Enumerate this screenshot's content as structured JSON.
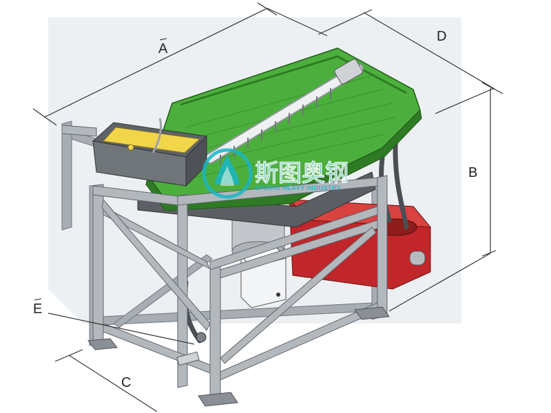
{
  "dimensions": {
    "a": "A",
    "b": "B",
    "c": "C",
    "d": "D",
    "e": "E"
  },
  "watermark": {
    "cn_text": "斯图奥钢",
    "en_text": "STUDIO HEAVY INDUSTRY"
  },
  "colors": {
    "background": "#ffffff",
    "backdrop": "#e9ecef",
    "frame": "#9aa0a6",
    "frame_dark": "#6f757b",
    "table_green": "#4caf3d",
    "table_green_dark": "#2f7a24",
    "pump_red": "#c0262a",
    "hopper_yellow": "#f2d64a",
    "logo_teal": "#19b7c7",
    "dim_line": "#333333"
  }
}
